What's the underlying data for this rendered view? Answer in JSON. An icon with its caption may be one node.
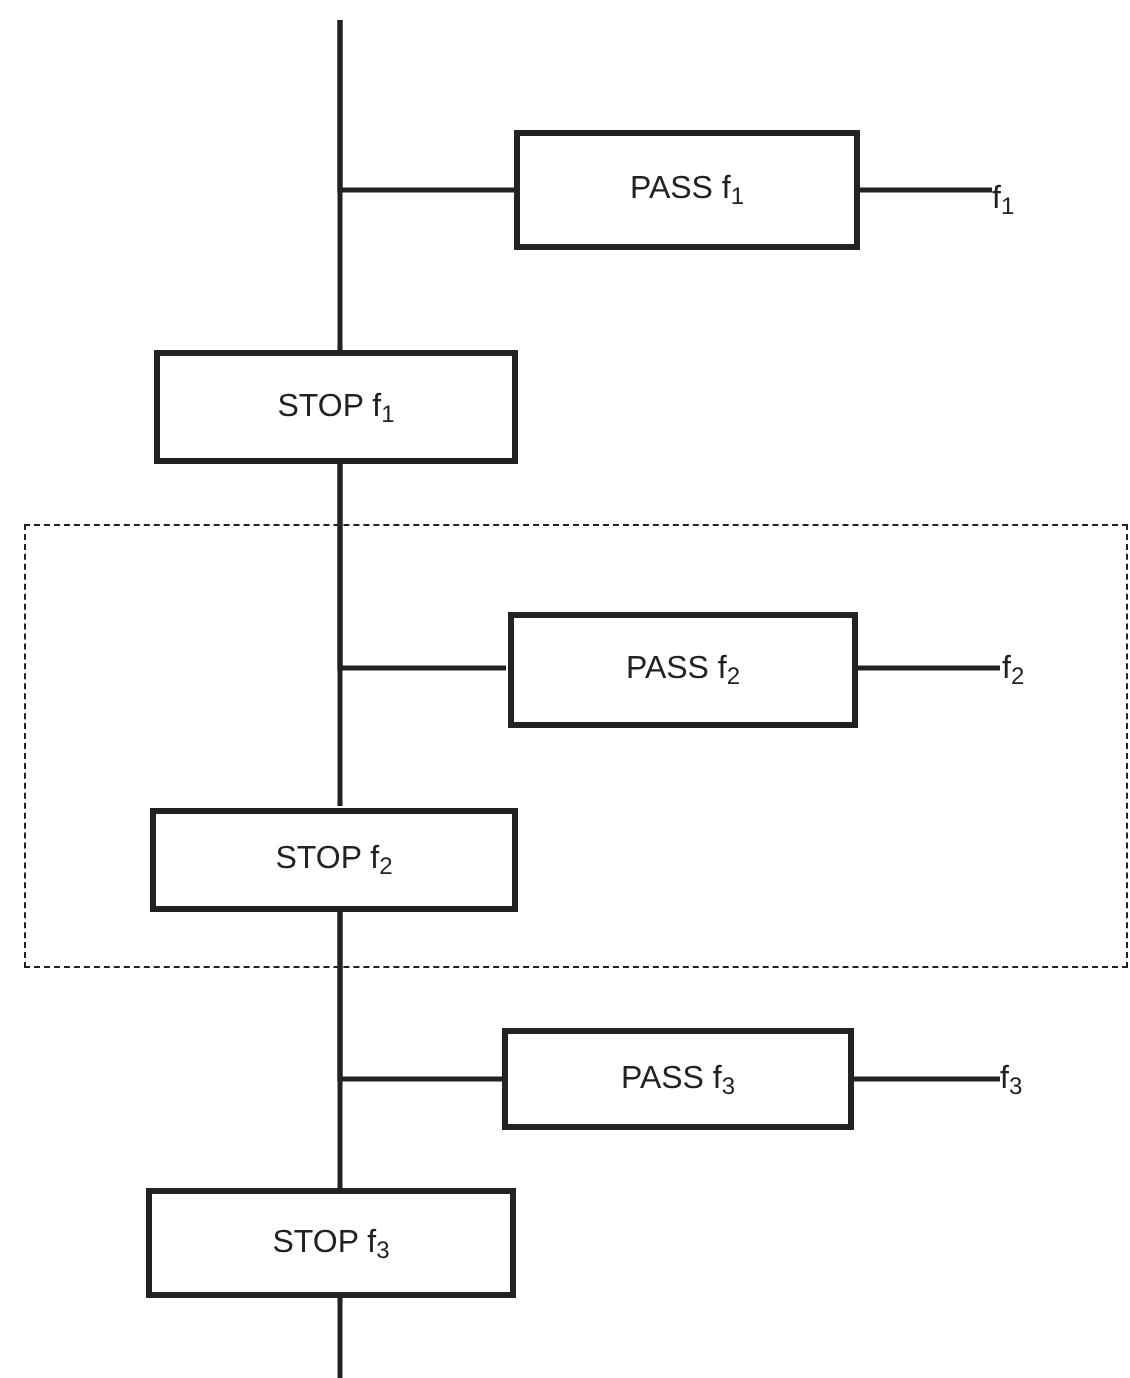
{
  "diagram": {
    "nodes": [
      {
        "text": [
          "PASS f$_{1}$"
        ]
      },
      {
        "text": [
          "f$_{1}$"
        ]
      },
      {
        "text": [
          "STOP f$_{1}$"
        ]
      },
      {
        "text": [],
        "shape": "box"
      },
      {
        "text": [
          "PASS f$_{2}$"
        ],
        "in": 3
      },
      {
        "text": [
          "f$_{2}$"
        ],
        "in": 3
      },
      {
        "text": [
          "STOP f$_{2}$"
        ],
        "in": 3
      },
      {
        "text": [
          "PASS f$_{3}$"
        ]
      },
      {
        "text": [
          "f$_{3}$"
        ]
      },
      {
        "text": [
          "STOP f$_{3}$"
        ]
      }
    ],
    "edges": [
      {
        "from": null,
        "to": 0,
        "arrow": "none"
      },
      {
        "from": null,
        "to": 2,
        "arrow": "none"
      },
      {
        "from": 0,
        "to": 1,
        "arrow": "none"
      },
      {
        "from": 2,
        "to": 4,
        "arrow": "none"
      },
      {
        "from": 2,
        "to": 6,
        "arrow": "none"
      },
      {
        "from": 4,
        "to": 5,
        "arrow": "none"
      },
      {
        "from": 6,
        "to": 7,
        "arrow": "none"
      },
      {
        "from": 6,
        "to": 9,
        "arrow": "none"
      },
      {
        "from": 7,
        "to": 8,
        "arrow": "none"
      },
      {
        "from": 9,
        "to": null,
        "arrow": "none"
      }
    ]
  }
}
